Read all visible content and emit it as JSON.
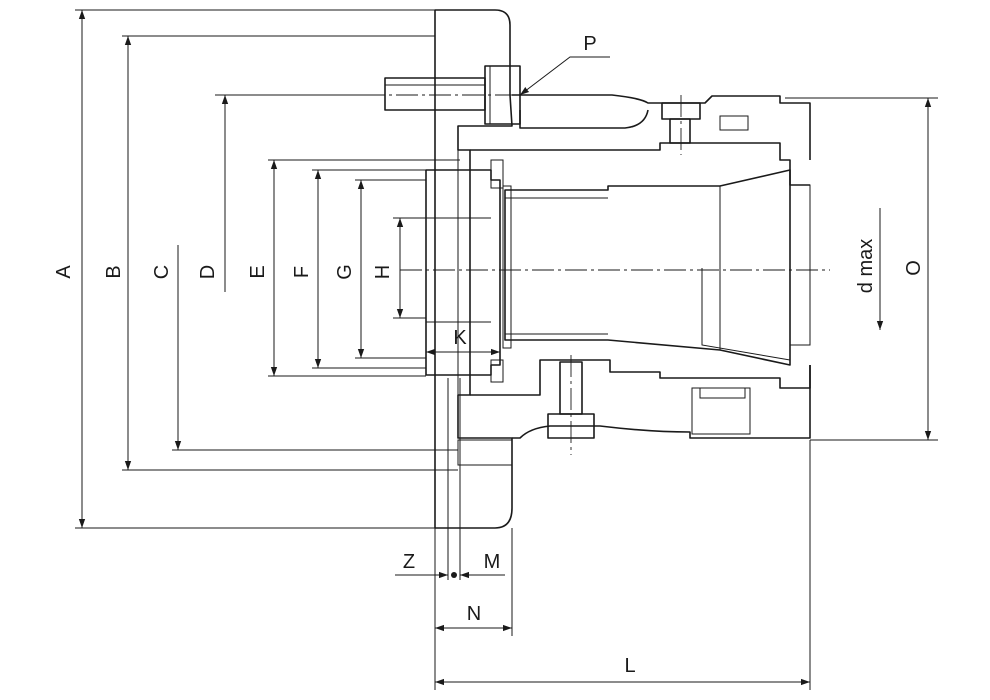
{
  "dimension_labels": {
    "A": "A",
    "B": "B",
    "C": "C",
    "D": "D",
    "E": "E",
    "F": "F",
    "G": "G",
    "H": "H",
    "K": "K",
    "P": "P",
    "d_max": "d max",
    "O": "O",
    "Z": "Z",
    "M": "M",
    "N": "N",
    "L": "L"
  },
  "colors": {
    "line": "#1a1a1a",
    "background": "#ffffff"
  }
}
